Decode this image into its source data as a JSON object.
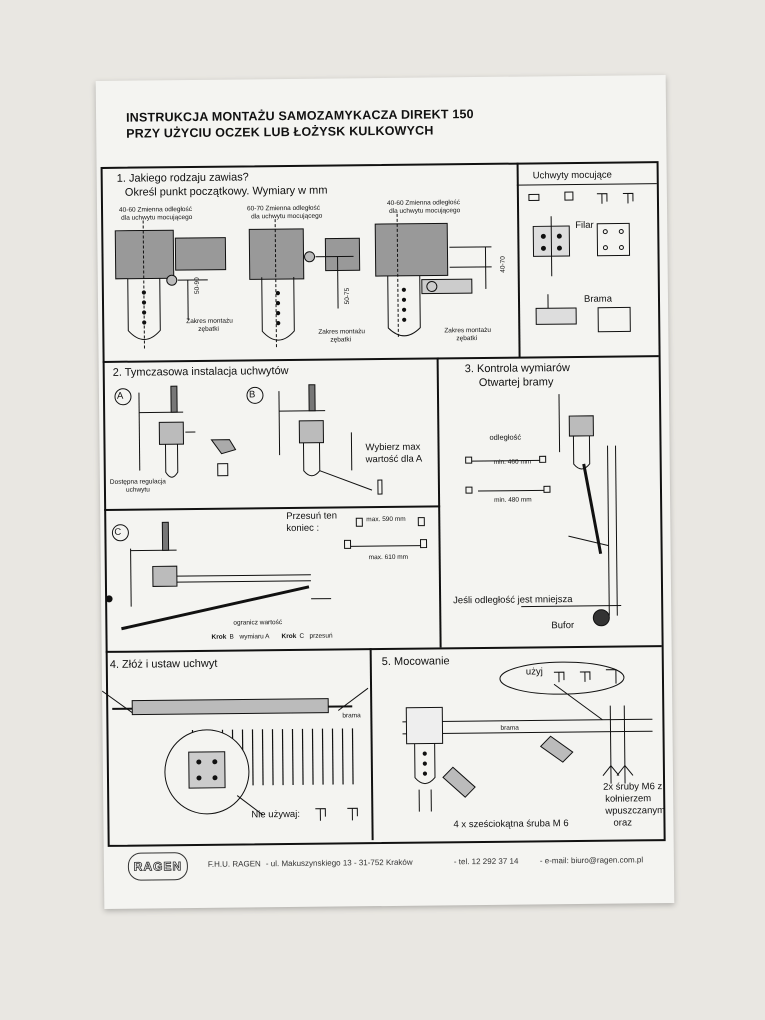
{
  "header": {
    "title_line1": "INSTRUKCJA MONTAŻU SAMOZAMYKACZA DIREKT 150",
    "title_line2": "PRZY UŻYCIU OCZEK LUB ŁOŻYSK KULKOWYCH"
  },
  "section1": {
    "heading": "1. Jakiego rodzaju zawias?",
    "subheading": "Określ punkt początkowy. Wymiary w mm",
    "variants": [
      {
        "range_label": "40-60 Zmienna odległość",
        "desc": "dla uchwytu mocującego",
        "dim": "50-90",
        "zone_line1": "Zakres montażu",
        "zone_line2": "zębatki"
      },
      {
        "range_label": "60-70  Zmienna odległość",
        "desc": "dla uchwytu mocującego",
        "dim": "50-75",
        "zone_line1": "Zakres montażu",
        "zone_line2": "zębatki"
      },
      {
        "range_label": "40-60 Zmienna odległość",
        "desc": "dla uchwytu mocującego",
        "dim": "40-70",
        "zone_line1": "Zakres montażu",
        "zone_line2": "zębatki"
      }
    ]
  },
  "brackets": {
    "heading": "Uchwyty mocujące",
    "filar": "Filar",
    "brama": "Brama"
  },
  "section2": {
    "heading": "2. Tymczasowa instalacja uchwytów",
    "label_a": "A",
    "label_b": "B",
    "label_c": "C",
    "adjust_line1": "Dostępna regulacja",
    "adjust_line2": "uchwytu",
    "choose_line1": "Wybierz max",
    "choose_line2": "wartość dla A",
    "move_line1": "Przesuń ten",
    "move_line2": "koniec :",
    "max590": "max. 590 mm",
    "max610": "max. 610 mm",
    "limit": "ogranicz wartość",
    "step_line_a": "Krok",
    "step_b": "B",
    "step_text_a": "wymiaru A",
    "step_line_c": "Krok",
    "step_c": "C",
    "step_text_c": "przesuń"
  },
  "section3": {
    "heading_line1": "3. Kontrola wymiarów",
    "heading_line2": "Otwartej bramy",
    "distance": "odległość",
    "min460": "min. 460 mm",
    "min480": "min. 480 mm",
    "smaller": "Jeśli odległość jest mniejsza",
    "buffer": "Bufor"
  },
  "section4": {
    "heading": "4. Złóż i ustaw uchwyt",
    "gate": "brama",
    "dont_use": "Nie używaj:"
  },
  "section5": {
    "heading": "5. Mocowanie",
    "use": "użyj",
    "gate": "brama",
    "screws_hex": "4 x sześciokątna śruba M 6",
    "screws_m6_line1": "2x śruby M6 z",
    "screws_m6_line2": "kołnierzem",
    "screws_m6_line3": "wpuszczanym",
    "screws_m6_line4": "oraz"
  },
  "footer": {
    "logo": "RAGEN",
    "company": "F.H.U. RAGEN",
    "address": "- ul. Makuszynskiego 13  - 31-752 Kraków",
    "phone": "- tel. 12 292 37 14",
    "email": "- e-mail: biuro@ragen.com.pl"
  }
}
